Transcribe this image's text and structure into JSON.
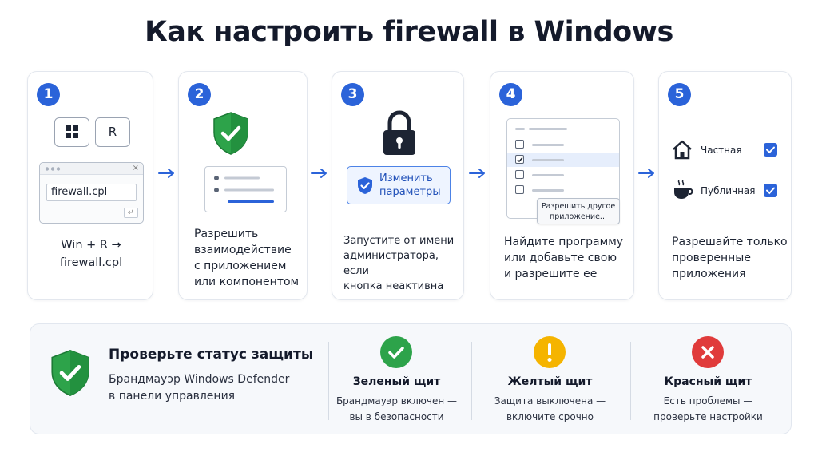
{
  "title": "Как настроить firewall в Windows",
  "steps": [
    {
      "number": "1",
      "keys": {
        "windows_icon": "windows-logo-icon",
        "r": "R"
      },
      "run_input": "firewall.cpl",
      "enter_symbol": "↵",
      "text": "Win + R →\nfirewall.cpl"
    },
    {
      "number": "2",
      "icon": "shield-check-icon",
      "text": "Разрешить\nвзаимодействие\nс приложением\nили компонентом"
    },
    {
      "number": "3",
      "icon": "lock-icon",
      "button_label": "Изменить\nпараметры",
      "text": "Запустите от имени\nадминистратора, если\nкнопка неактивна"
    },
    {
      "number": "4",
      "popup_label": "Разрешить другое\nприложение...",
      "text": "Найдите программу\nили добавьте свою\nи разрешите ее"
    },
    {
      "number": "5",
      "networks": [
        {
          "icon": "home-icon",
          "label": "Частная",
          "checked": true
        },
        {
          "icon": "cafe-icon",
          "label": "Публичная",
          "checked": true
        }
      ],
      "text": "Разрешайте только\nпроверенные\nприложения"
    }
  ],
  "status": {
    "title": "Проверьте статус защиты",
    "subtitle": "Брандмауэр Windows Defender\nв панели управления",
    "states": [
      {
        "title": "Зеленый щит",
        "desc": "Брандмауэр включен —\nвы в безопасности",
        "color": "#2da34a",
        "icon": "check-icon"
      },
      {
        "title": "Желтый щит",
        "desc": "Защита выключена —\nвключите срочно",
        "color": "#f5b400",
        "icon": "exclamation-icon"
      },
      {
        "title": "Красный щит",
        "desc": "Есть проблемы —\nпроверьте настройки",
        "color": "#e03b3b",
        "icon": "cross-icon"
      }
    ]
  },
  "colors": {
    "accent": "#2b63d9",
    "shield": "#2da34a"
  }
}
